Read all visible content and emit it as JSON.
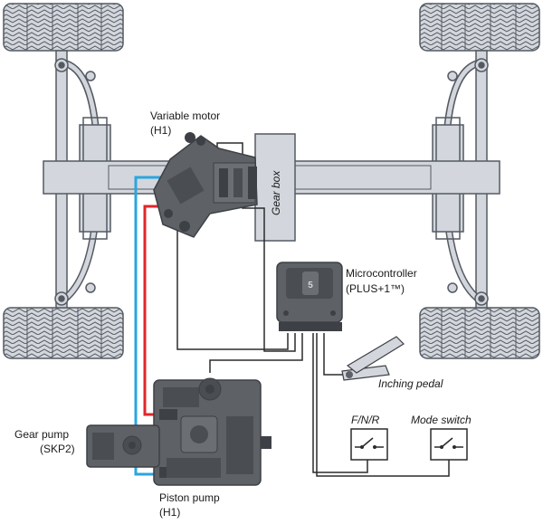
{
  "labels": {
    "variable_motor_line1": "Variable motor",
    "variable_motor_line2": "(H1)",
    "gear_box": "Gear box",
    "microcontroller_line1": "Microcontroller",
    "microcontroller_line2": "(PLUS+1™)",
    "inching_pedal": "Inching pedal",
    "fnr": "F/N/R",
    "mode_switch": "Mode switch",
    "gear_pump_line1": "Gear pump",
    "gear_pump_line2": "(SKP2)",
    "piston_pump_line1": "Piston pump",
    "piston_pump_line2": "(H1)"
  },
  "colors": {
    "frame": "#d3d7dd",
    "frame_stroke": "#555a62",
    "component": "#5e6166",
    "component_dark": "#3d4045",
    "hose_blue": "#2aa6df",
    "hose_red": "#e0262a",
    "wire": "#2b2b2b"
  },
  "icons": {
    "tires": "tire-icon",
    "switch": "switch-symbol-icon",
    "pedal": "pedal-icon"
  }
}
